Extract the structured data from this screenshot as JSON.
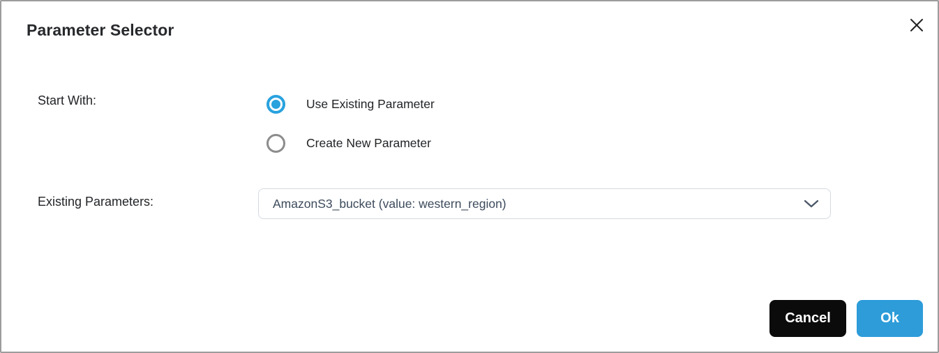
{
  "dialog": {
    "title": "Parameter Selector",
    "close_icon": "x-close"
  },
  "form": {
    "start_with": {
      "label": "Start With:",
      "options": [
        {
          "label": "Use Existing Parameter",
          "selected": true
        },
        {
          "label": "Create New Parameter",
          "selected": false
        }
      ]
    },
    "existing_parameters": {
      "label": "Existing Parameters:",
      "selected_value": "AmazonS3_bucket (value: western_region)",
      "chevron_icon": "chevron-down"
    }
  },
  "footer": {
    "cancel_label": "Cancel",
    "ok_label": "Ok"
  },
  "colors": {
    "accent_blue": "#29A2DE",
    "ok_button_blue": "#2D9CD9",
    "cancel_button_black": "#0B0B0B",
    "dialog_border_gray": "#9C9C9C",
    "dropdown_border_gray": "#D4DAE0",
    "dropdown_text": "#3D4B5C",
    "label_text": "#222427"
  }
}
